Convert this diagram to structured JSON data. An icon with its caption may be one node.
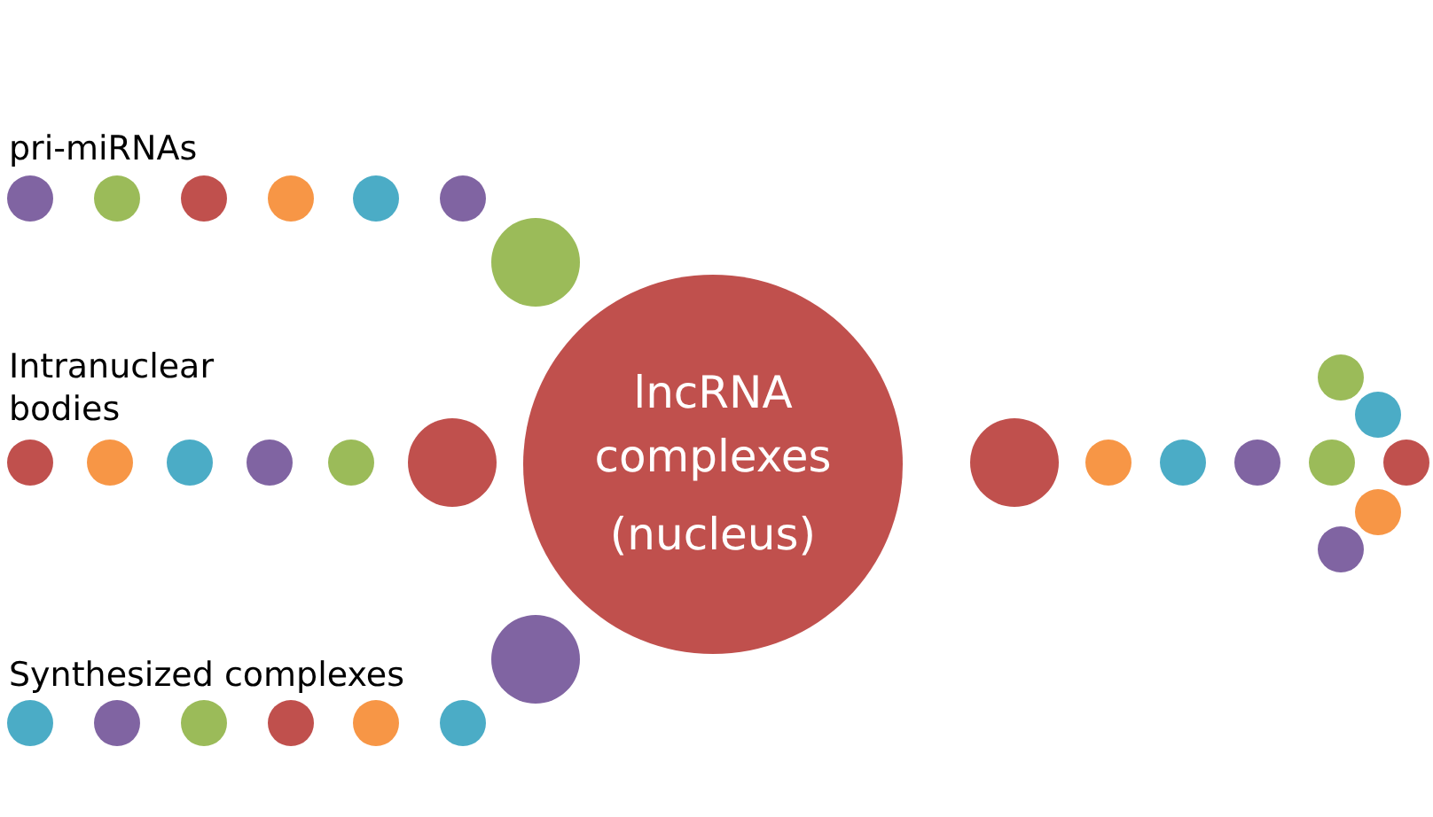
{
  "diagram": {
    "nodes": [
      {
        "text": [
          "lncRNA complexes",
          "(nucleus)"
        ]
      }
    ],
    "labels": [
      "pri-miRNAs",
      "Intranuclear bodies",
      "Synthesized complexes"
    ]
  }
}
